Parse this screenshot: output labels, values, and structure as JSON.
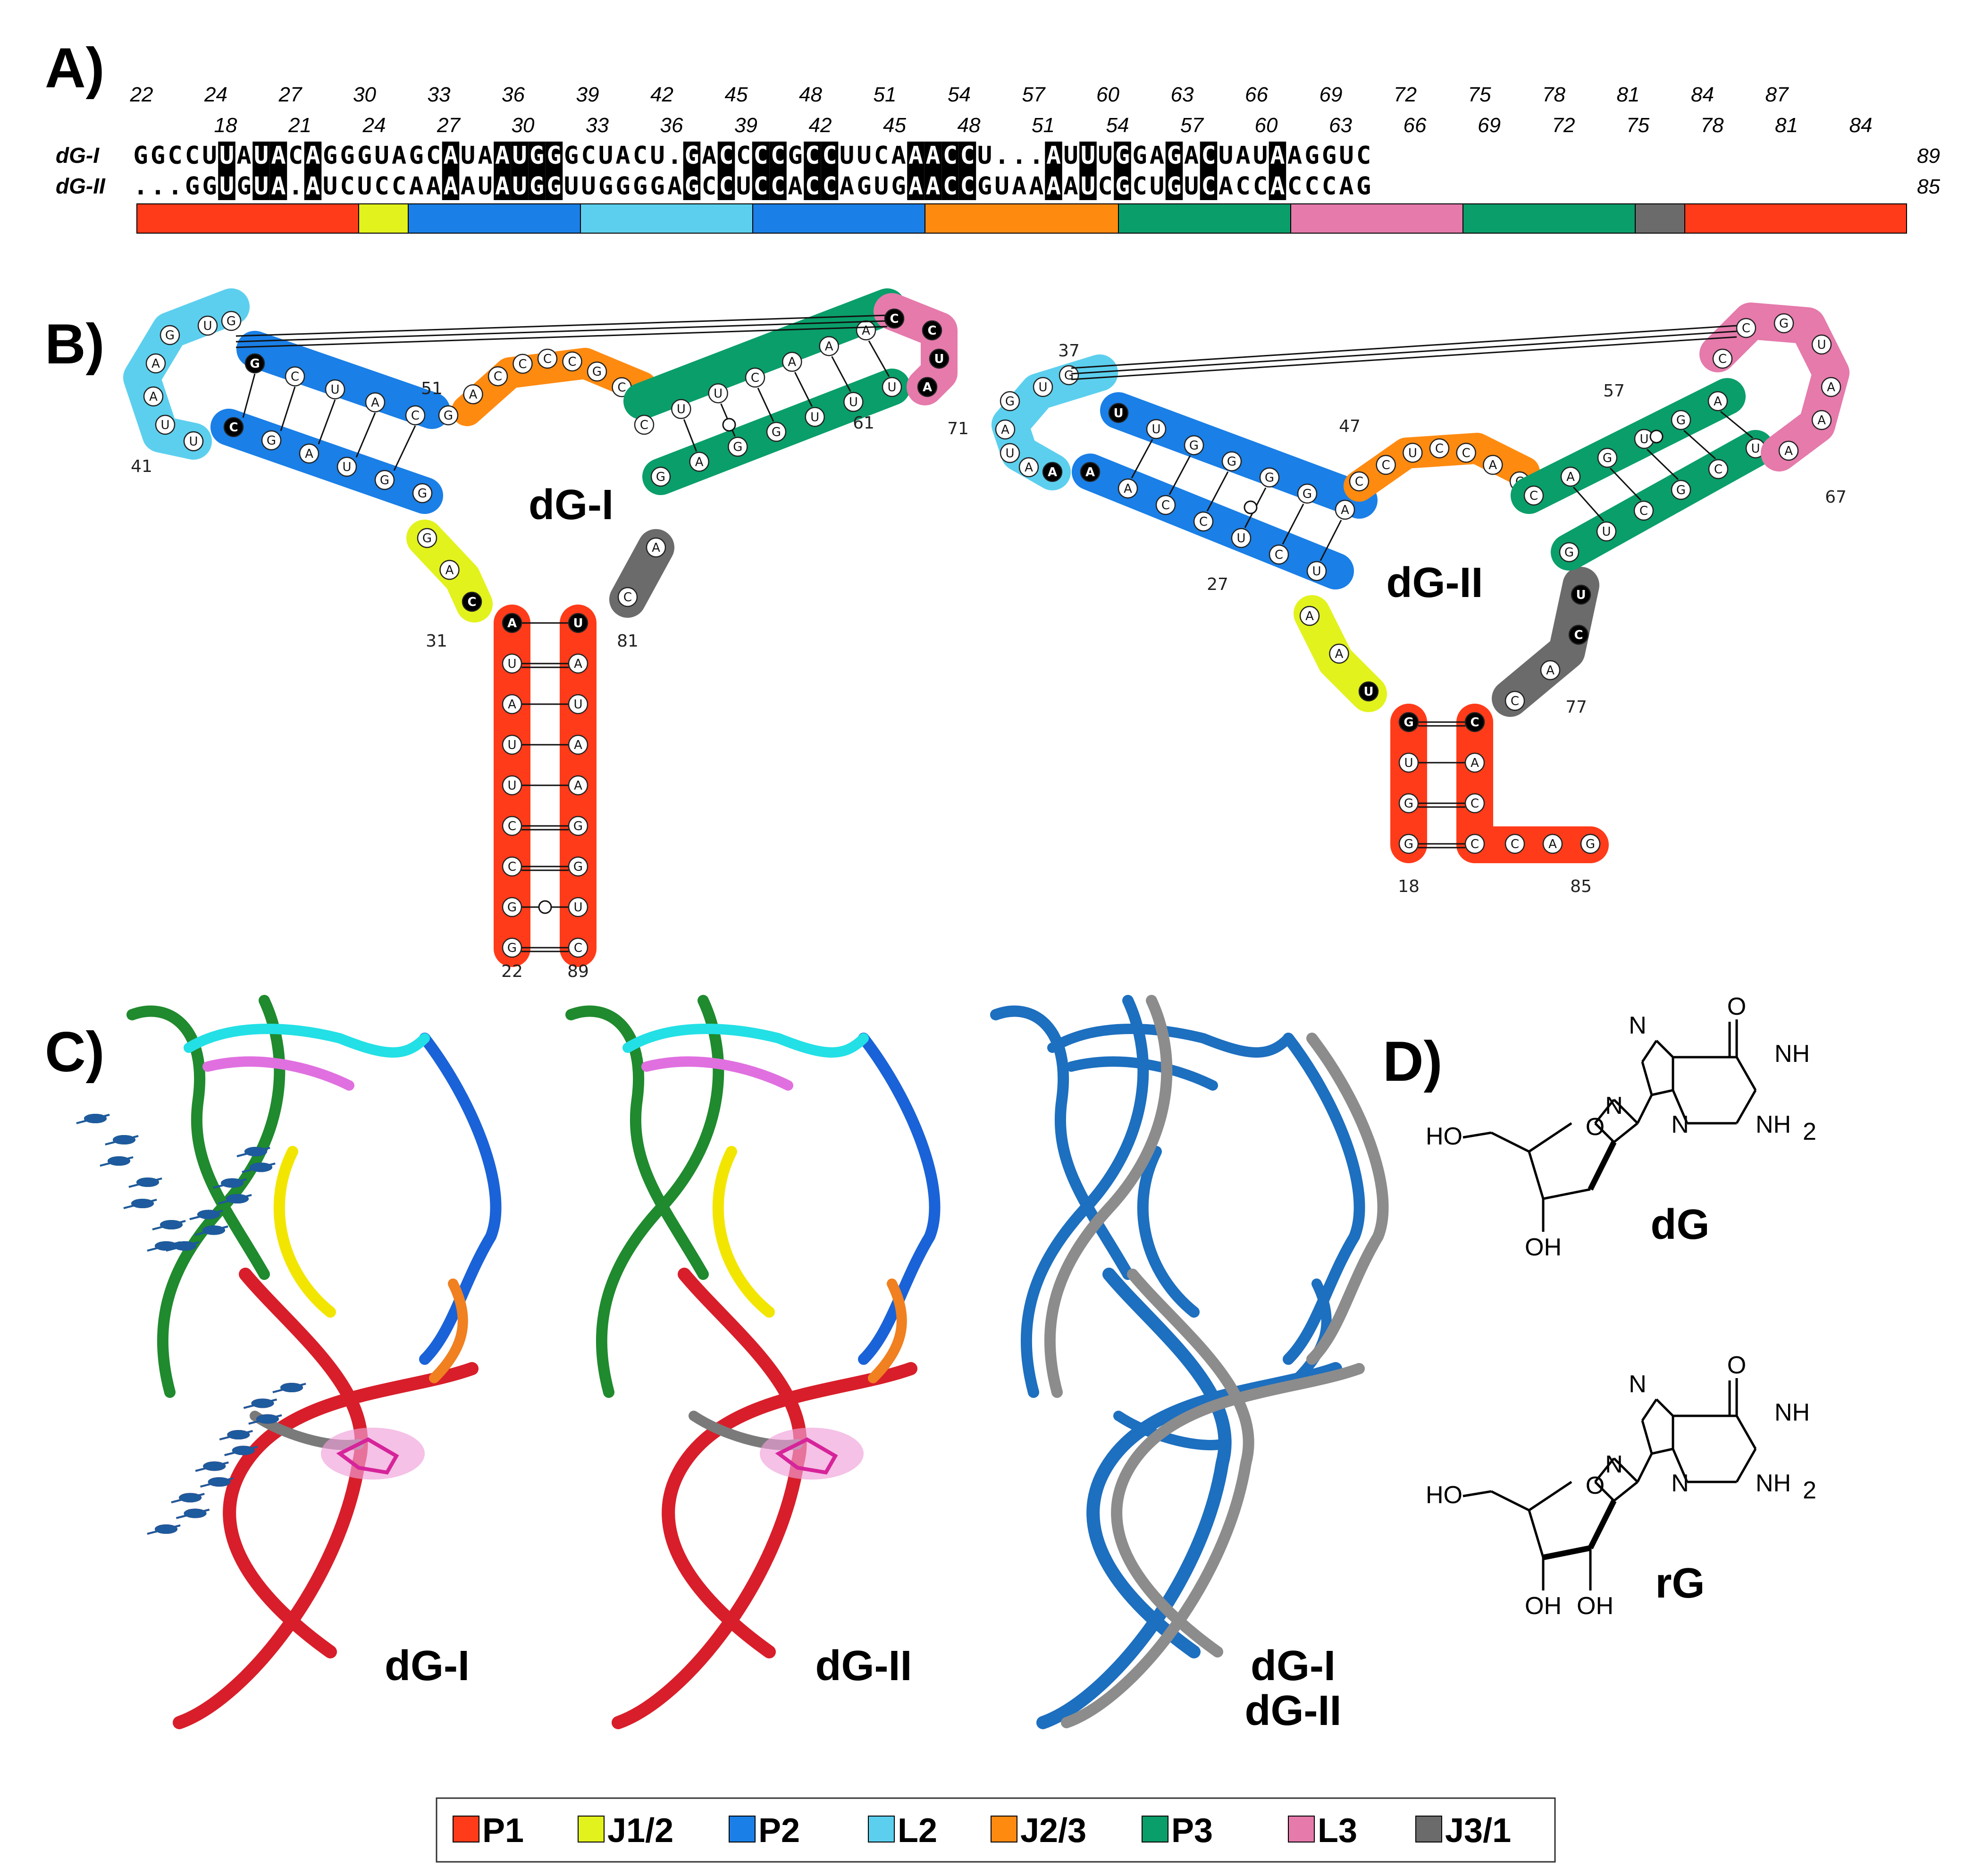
{
  "panels": {
    "a": "A)",
    "b": "B)",
    "c": "C)",
    "d": "D)"
  },
  "colors": {
    "P1": "#ff3b1a",
    "J1/2": "#e2f21c",
    "P2": "#1a7fe6",
    "L2": "#5ccfee",
    "J2/3": "#ff8a10",
    "P3": "#0a9e6a",
    "L3": "#e57aab",
    "J3/1": "#6b6b6b"
  },
  "alignment": {
    "top_numbers": [
      "22",
      "24",
      "27",
      "30",
      "33",
      "36",
      "39",
      "42",
      "45",
      "48",
      "51",
      "54",
      "57",
      "60",
      "63",
      "66",
      "69",
      "72",
      "75",
      "78",
      "81",
      "84",
      "87"
    ],
    "bottom_numbers": [
      "18",
      "21",
      "24",
      "27",
      "30",
      "33",
      "36",
      "39",
      "42",
      "45",
      "48",
      "51",
      "54",
      "57",
      "60",
      "63",
      "66",
      "69",
      "72",
      "75",
      "78",
      "81",
      "84"
    ],
    "row1_label": "dG-I",
    "row2_label": "dG-II",
    "row1_seq": "GGCCUUAUACAGGGUAGCAUAAUGGGCUACU.GACCCCGCCUUCAAACCU...AUUUGGAGACUAUAAGGUC",
    "row2_seq": "...GGUGUA.AUCUCCAAAAUAUGGUUGGGGAGCCUCCACCAGUGAACCGUAAAAUCGCUGUCACCACCCAG",
    "row1_end": "89",
    "row2_end": "85",
    "bar_segments": [
      "P1",
      "J1/2",
      "P2",
      "L2",
      "P2",
      "J2/3",
      "P3",
      "L3",
      "P3",
      "J3/1",
      "P1"
    ]
  },
  "secondary": {
    "dgI_name": "dG-I",
    "dgII_name": "dG-II",
    "dgI_labels": [
      "51",
      "61",
      "41",
      "71",
      "31",
      "81",
      "22",
      "89"
    ],
    "dgII_labels": [
      "37",
      "47",
      "57",
      "27",
      "67",
      "77",
      "18",
      "85"
    ],
    "dgI_P1_5": [
      "A",
      "U",
      "A",
      "U",
      "U",
      "C",
      "C",
      "G",
      "G"
    ],
    "dgI_P1_3": [
      "U",
      "A",
      "U",
      "A",
      "A",
      "G",
      "G",
      "U",
      "C"
    ],
    "dgI_J12": [
      "G",
      "A",
      "C"
    ],
    "dgI_P2_top": [
      "G",
      "C",
      "U",
      "A",
      "C"
    ],
    "dgI_P2_bot": [
      "C",
      "G",
      "A",
      "U",
      "G",
      "G"
    ],
    "dgI_L2": [
      "U",
      "G",
      "G",
      "A",
      "A",
      "U",
      "A",
      "U"
    ],
    "dgI_J23": [
      "G",
      "A",
      "C",
      "C",
      "C",
      "C",
      "G",
      "C",
      "U"
    ],
    "dgI_P3_top": [
      "C",
      "U",
      "U",
      "C",
      "A",
      "A",
      "A"
    ],
    "dgI_P3_bot": [
      "G",
      "A",
      "G",
      "G",
      "U",
      "U",
      "U"
    ],
    "dgI_L3": [
      "C",
      "C",
      "U",
      "A"
    ],
    "dgI_J31": [
      "A",
      "C"
    ],
    "dgII_P1_5": [
      "G",
      "U",
      "G",
      "G"
    ],
    "dgII_P1_3": [
      "C",
      "A",
      "C",
      "C"
    ],
    "dgII_P1_tail": [
      "C",
      "A",
      "G"
    ],
    "dgII_J12": [
      "A",
      "A",
      "U"
    ],
    "dgII_P2_top": [
      "U",
      "U",
      "G",
      "G",
      "G",
      "G",
      "A"
    ],
    "dgII_P2_bot": [
      "A",
      "A",
      "C",
      "C",
      "U",
      "C",
      "U"
    ],
    "dgII_L2": [
      "U",
      "G",
      "G",
      "A",
      "U",
      "A",
      "A"
    ],
    "dgII_J23": [
      "C",
      "C",
      "U",
      "C",
      "C",
      "A",
      "C"
    ],
    "dgII_P3_top": [
      "C",
      "A",
      "G",
      "U",
      "G",
      "A"
    ],
    "dgII_P3_bot": [
      "G",
      "U",
      "C",
      "G",
      "C",
      "U"
    ],
    "dgII_L3": [
      "C",
      "C",
      "G",
      "U",
      "A",
      "A",
      "A"
    ],
    "dgII_J31": [
      "U",
      "C",
      "A",
      "C"
    ]
  },
  "structures": {
    "label1": "dG-I",
    "label2": "dG-II",
    "overlay1": "dG-I",
    "overlay2": "dG-II",
    "overlay1_color": "#8c8c8c",
    "overlay2_color": "#1d6fbf"
  },
  "chemistry": {
    "dG_name": "dG",
    "rG_name": "rG",
    "ho": "HO",
    "oh": "OH",
    "nh": "NH",
    "nh2": "NH",
    "sub2": "2",
    "n": "N",
    "o": "O"
  },
  "legend": [
    {
      "label": "P1",
      "color": "#ff3b1a"
    },
    {
      "label": "J1/2",
      "color": "#e2f21c"
    },
    {
      "label": "P2",
      "color": "#1a7fe6"
    },
    {
      "label": "L2",
      "color": "#5ccfee"
    },
    {
      "label": "J2/3",
      "color": "#ff8a10"
    },
    {
      "label": "P3",
      "color": "#0a9e6a"
    },
    {
      "label": "L3",
      "color": "#e57aab"
    },
    {
      "label": "J3/1",
      "color": "#6b6b6b"
    }
  ]
}
